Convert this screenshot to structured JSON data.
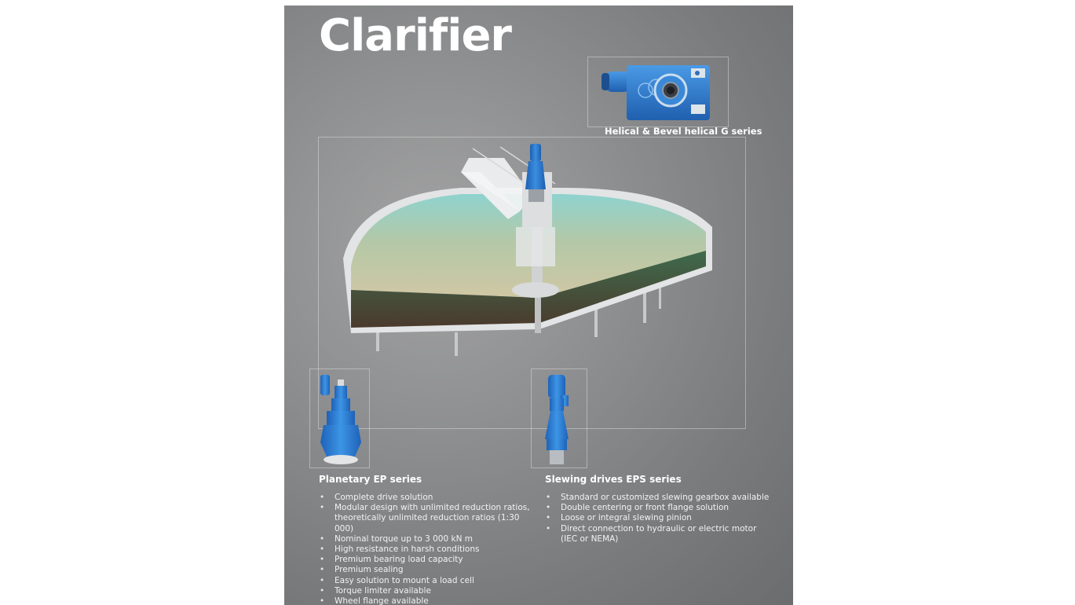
{
  "page": {
    "title": "Clarifier",
    "background_color": "#8a8b8d",
    "accent_blue": "#2f7fd6"
  },
  "products": {
    "helical": {
      "caption": "Helical & Bevel helical G series",
      "image": "helical-bevel-gearbox-image"
    },
    "clarifier": {
      "image": "clarifier-tank-cutaway-image"
    },
    "planetary": {
      "title": "Planetary EP series",
      "image": "planetary-gearbox-image",
      "features": [
        "Complete drive solution",
        "Modular design with unlimited reduction ratios, theoretically unlimited reduction ratios (1:30 000)",
        "Nominal torque up to 3 000 kN m",
        "High resistance in harsh conditions",
        "Premium bearing load capacity",
        "Premium sealing",
        "Easy solution to mount a load cell",
        "Torque limiter available",
        "Wheel flange available"
      ]
    },
    "slewing": {
      "title": "Slewing drives EPS series",
      "image": "slewing-drive-image",
      "features": [
        "Standard or customized slewing gearbox available",
        "Double centering or front flange solution",
        "Loose or integral slewing pinion",
        "Direct connection to hydraulic or electric motor (IEC or NEMA)"
      ]
    }
  }
}
